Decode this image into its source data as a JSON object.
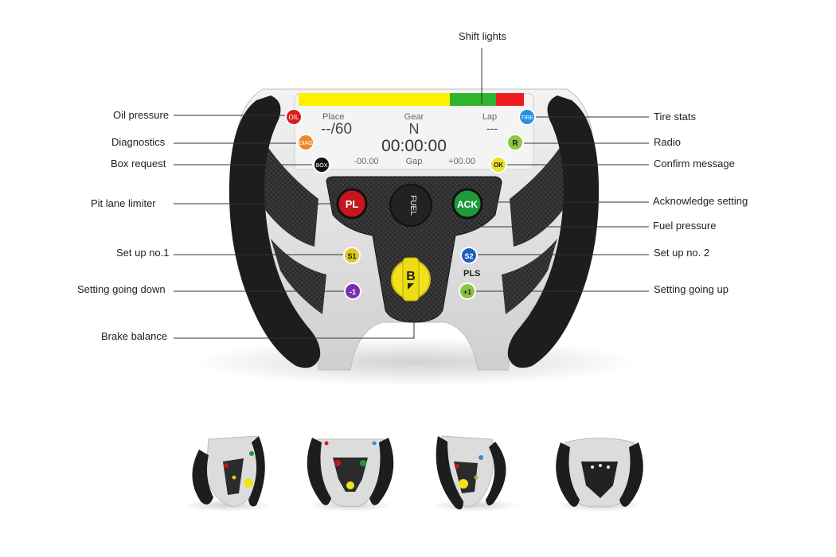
{
  "callouts": {
    "shift_lights": "Shift lights",
    "oil_pressure": "Oil pressure",
    "diagnostics": "Diagnostics",
    "box_request": "Box request",
    "pit_lane_limiter": "Pit lane limiter",
    "set_up_1": "Set up no.1",
    "setting_down": "Setting going down",
    "brake_balance": "Brake balance",
    "tire_stats": "Tire stats",
    "radio": "Radio",
    "confirm_message": "Confirm message",
    "acknowledge_setting": "Acknowledge setting",
    "fuel_pressure": "Fuel pressure",
    "set_up_2": "Set up no. 2",
    "setting_up": "Setting going up"
  },
  "display": {
    "place_label": "Place",
    "place_value": "--/60",
    "gear_label": "Gear",
    "gear_value": "N",
    "lap_label": "Lap",
    "lap_value": "---",
    "time_value": "00:00:00",
    "gap_minus": "-00.00",
    "gap_label": "Gap",
    "gap_plus": "+00.00"
  },
  "buttons": {
    "oil": "OIL",
    "diag": "DIAG",
    "box": "BOX",
    "tire": "TIRE",
    "radio": "R",
    "ok": "OK",
    "pl": "PL",
    "ack": "ACK",
    "fuel": "FUEL",
    "s1": "S1",
    "s2": "S2",
    "minus1": "-1",
    "plus1": "+1",
    "pls": "PLS",
    "brake": "B"
  },
  "colors": {
    "shift_yellow": "#ffef00",
    "shift_green": "#2db52d",
    "shift_red": "#ee1c1c",
    "oil": "#d62020",
    "diag": "#e98a2c",
    "box": "#111111",
    "tire": "#2a8fe0",
    "radio": "#8bc63f",
    "ok": "#e9e22a",
    "pl": "#c4161c",
    "ack": "#1f9a3a",
    "s1": "#e2c81c",
    "s2": "#1f5fbf",
    "minus1": "#7a2fb0",
    "plus1": "#8bc63f",
    "brake": "#f2e21d"
  }
}
